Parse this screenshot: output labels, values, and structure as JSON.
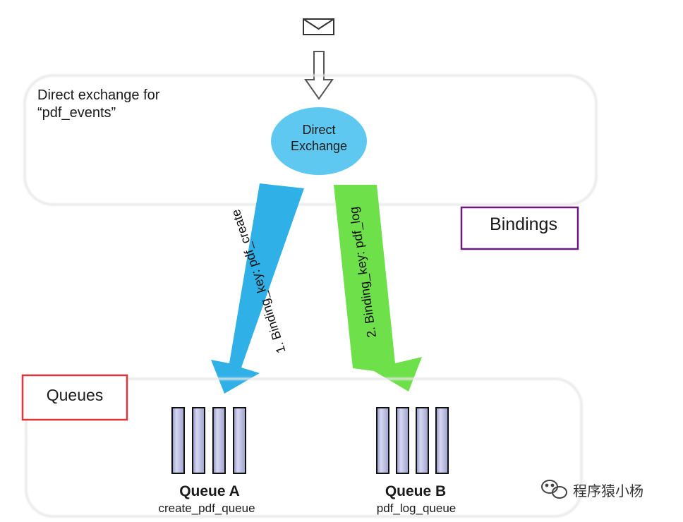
{
  "exchange_box": {
    "label_line1": "Direct exchange for",
    "label_line2": "“pdf_events”"
  },
  "exchange_node": {
    "line1": "Direct",
    "line2": "Exchange",
    "color": "#5ec8f0"
  },
  "bindings": [
    {
      "label": "1. Binding_key: pdf_create",
      "color": "#2fb1e8"
    },
    {
      "label": "2. Binding_key: pdf_log",
      "color": "#6ee04a"
    }
  ],
  "bindings_tag": {
    "label": "Bindings",
    "border_color": "#6a1a7a"
  },
  "queues_tag": {
    "label": "Queues",
    "border_color": "#e0353a"
  },
  "queues": [
    {
      "name": "Queue A",
      "id": "create_pdf_queue"
    },
    {
      "name": "Queue B",
      "id": "pdf_log_queue"
    }
  ],
  "queue_bar_color": "#b8bbe0",
  "watermark": {
    "text": "程序猿小杨",
    "icon": "wechat-icon"
  }
}
